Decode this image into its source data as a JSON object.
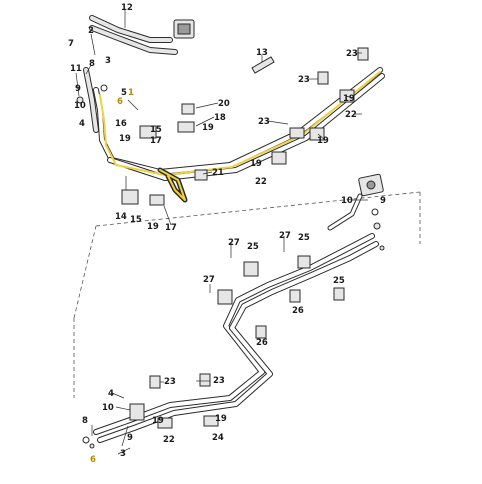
{
  "diagram": {
    "callouts": {
      "n1": "1",
      "n2": "2",
      "n3": "3",
      "n4": "4",
      "n5": "5",
      "n6": "6",
      "n7": "7",
      "n8": "8",
      "n9": "9",
      "n10": "10",
      "n11": "11",
      "n12": "12",
      "n13": "13",
      "n14": "14",
      "n15": "15",
      "n16": "16",
      "n17": "17",
      "n18": "18",
      "n19": "19",
      "n20": "20",
      "n21": "21",
      "n22": "22",
      "n23": "23",
      "n24": "24",
      "n25": "25",
      "n26": "26",
      "n27": "27"
    },
    "colors": {
      "line": "#2b2b2b",
      "part_fill": "#e6e6e6",
      "part_shade": "#9a9a9a",
      "highlight": "#f2d23c",
      "dashed": "#555555"
    }
  }
}
